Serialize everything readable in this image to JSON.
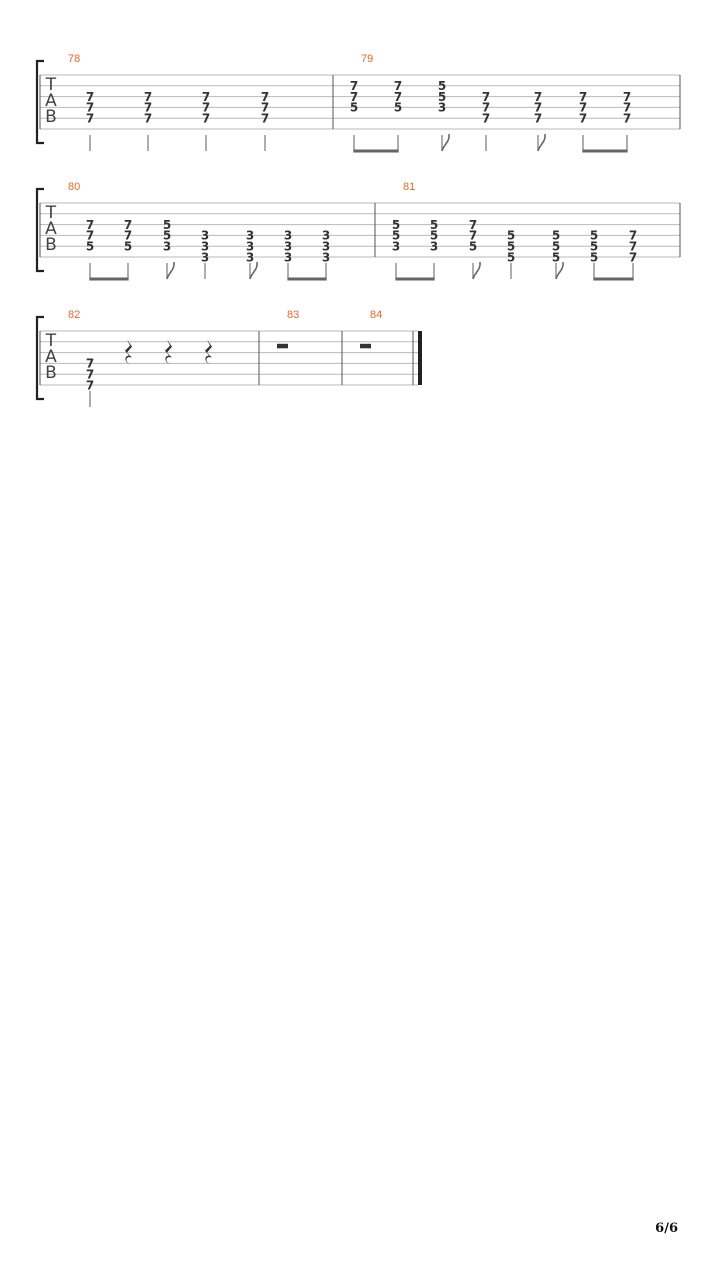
{
  "tab_labels": [
    "T",
    "A",
    "B"
  ],
  "page_number": "6/6",
  "systems": [
    {
      "measures": [
        {
          "number": "78",
          "beats": [
            {
              "frets": [
                "",
                "",
                "7",
                "7",
                "7",
                ""
              ],
              "dur": "q"
            },
            {
              "frets": [
                "",
                "",
                "7",
                "7",
                "7",
                ""
              ],
              "dur": "q"
            },
            {
              "frets": [
                "",
                "",
                "7",
                "7",
                "7",
                ""
              ],
              "dur": "q"
            },
            {
              "frets": [
                "",
                "",
                "7",
                "7",
                "7",
                ""
              ],
              "dur": "q"
            }
          ]
        },
        {
          "number": "79",
          "beats": [
            {
              "frets": [
                "",
                "7",
                "7",
                "5",
                "",
                ""
              ],
              "dur": "e",
              "beam": "start"
            },
            {
              "frets": [
                "",
                "7",
                "7",
                "5",
                "",
                ""
              ],
              "dur": "e",
              "beam": "end"
            },
            {
              "frets": [
                "",
                "5",
                "5",
                "3",
                "",
                ""
              ],
              "dur": "e"
            },
            {
              "frets": [
                "",
                "",
                "7",
                "7",
                "7",
                ""
              ],
              "dur": "q"
            },
            {
              "frets": [
                "",
                "",
                "7",
                "7",
                "7",
                ""
              ],
              "dur": "e"
            },
            {
              "frets": [
                "",
                "",
                "7",
                "7",
                "7",
                ""
              ],
              "dur": "e",
              "beam": "start"
            },
            {
              "frets": [
                "",
                "",
                "7",
                "7",
                "7",
                ""
              ],
              "dur": "e",
              "beam": "end"
            }
          ]
        }
      ]
    },
    {
      "measures": [
        {
          "number": "80",
          "beats": [
            {
              "frets": [
                "",
                "",
                "7",
                "7",
                "5",
                ""
              ],
              "dur": "e",
              "beam": "start"
            },
            {
              "frets": [
                "",
                "",
                "7",
                "7",
                "5",
                ""
              ],
              "dur": "e",
              "beam": "end"
            },
            {
              "frets": [
                "",
                "",
                "5",
                "5",
                "3",
                ""
              ],
              "dur": "e"
            },
            {
              "frets": [
                "",
                "",
                "",
                "3",
                "3",
                "3"
              ],
              "dur": "q"
            },
            {
              "frets": [
                "",
                "",
                "",
                "3",
                "3",
                "3"
              ],
              "dur": "e"
            },
            {
              "frets": [
                "",
                "",
                "",
                "3",
                "3",
                "3"
              ],
              "dur": "e",
              "beam": "start"
            },
            {
              "frets": [
                "",
                "",
                "",
                "3",
                "3",
                "3"
              ],
              "dur": "e",
              "beam": "end"
            }
          ]
        },
        {
          "number": "81",
          "beats": [
            {
              "frets": [
                "",
                "",
                "5",
                "5",
                "3",
                ""
              ],
              "dur": "e",
              "beam": "start"
            },
            {
              "frets": [
                "",
                "",
                "5",
                "5",
                "3",
                ""
              ],
              "dur": "e",
              "beam": "end"
            },
            {
              "frets": [
                "",
                "",
                "7",
                "7",
                "5",
                ""
              ],
              "dur": "e"
            },
            {
              "frets": [
                "",
                "",
                "",
                "5",
                "5",
                "5"
              ],
              "dur": "q"
            },
            {
              "frets": [
                "",
                "",
                "",
                "5",
                "5",
                "5"
              ],
              "dur": "e"
            },
            {
              "frets": [
                "",
                "",
                "",
                "5",
                "5",
                "5"
              ],
              "dur": "e",
              "beam": "start"
            },
            {
              "frets": [
                "",
                "",
                "",
                "7",
                "7",
                "7"
              ],
              "dur": "e",
              "beam": "end"
            }
          ]
        }
      ]
    },
    {
      "measures": [
        {
          "number": "82",
          "beats": [
            {
              "frets": [
                "",
                "",
                "",
                "7",
                "7",
                "7"
              ],
              "dur": "q"
            },
            {
              "rest": "quarter"
            },
            {
              "rest": "quarter"
            },
            {
              "rest": "quarter"
            }
          ]
        },
        {
          "number": "83",
          "beats": [
            {
              "rest": "whole"
            }
          ]
        },
        {
          "number": "84",
          "beats": [
            {
              "rest": "whole"
            }
          ]
        }
      ]
    }
  ]
}
